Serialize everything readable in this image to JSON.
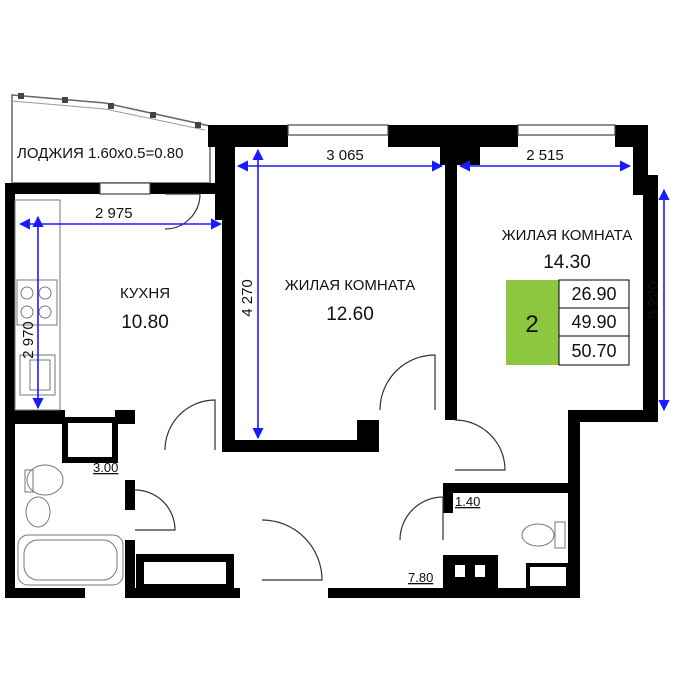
{
  "loggia": {
    "label": "ЛОДЖИЯ 1.60x0.5=0.80"
  },
  "dimensions": {
    "kitchen_width": "2 975",
    "kitchen_height": "2 970",
    "room1_width": "3 065",
    "room1_height": "4 270",
    "room2_width": "2 515",
    "room2_height": "3 220"
  },
  "rooms": {
    "kitchen": {
      "name": "КУХНЯ",
      "area": "10.80"
    },
    "room1": {
      "name": "ЖИЛАЯ КОМНАТА",
      "area": "12.60"
    },
    "room2": {
      "name": "ЖИЛАЯ КОМНАТА",
      "area": "14.30"
    },
    "bathroom": {
      "area": "3.00"
    },
    "wc": {
      "area": "1.40"
    },
    "hall": {
      "area": "7.80"
    }
  },
  "summary": {
    "rooms_count": "2",
    "living_area": "26.90",
    "total_area": "49.90",
    "total_with_loggia": "50.70"
  },
  "colors": {
    "wall": "#000000",
    "dimension_line": "#1a1aff",
    "badge": "#8dc63f"
  }
}
